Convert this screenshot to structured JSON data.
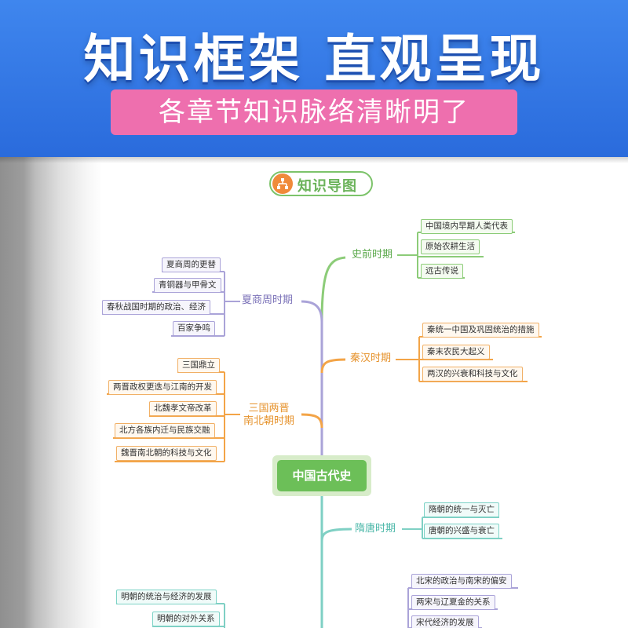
{
  "banner": {
    "title": "知识框架 直观呈现",
    "subtitle": "各章节知识脉络清晰明了"
  },
  "guide": {
    "label": "知识导图",
    "icon": "hierarchy-icon"
  },
  "center": {
    "label": "中国古代史"
  },
  "colors": {
    "banner_blue": "#2b6fde",
    "pink": "#ee6fae",
    "green": "#6cbf58",
    "orange": "#f3a447",
    "purple": "#9b93cc",
    "teal": "#7fd0c4"
  },
  "branches": {
    "prehistory": {
      "label": "史前时期",
      "items": [
        "中国境内早期人类代表",
        "原始农耕生活",
        "远古传说"
      ]
    },
    "xia_shang_zhou": {
      "label": "夏商周时期",
      "items": [
        "夏商周的更替",
        "青铜器与甲骨文",
        "春秋战国时期的政治、经济",
        "百家争鸣"
      ]
    },
    "qin_han": {
      "label": "秦汉时期",
      "items": [
        "秦统一中国及巩固统治的措施",
        "秦末农民大起义",
        "两汉的兴衰和科技与文化"
      ]
    },
    "three_kingdoms": {
      "label_line1": "三国两晋",
      "label_line2": "南北朝时期",
      "items": [
        "三国鼎立",
        "两晋政权更迭与江南的开发",
        "北魏孝文帝改革",
        "北方各族内迁与民族交融",
        "魏晋南北朝的科技与文化"
      ]
    },
    "sui_tang": {
      "label": "隋唐时期",
      "items": [
        "隋朝的统一与灭亡",
        "唐朝的兴盛与衰亡"
      ]
    },
    "song_yuan": {
      "items": [
        "北宋的政治与南宋的偏安",
        "两宋与辽夏金的关系",
        "宋代经济的发展"
      ]
    },
    "ming_qing": {
      "items": [
        "明朝的统治与经济的发展",
        "明朝的对外关系"
      ]
    }
  }
}
